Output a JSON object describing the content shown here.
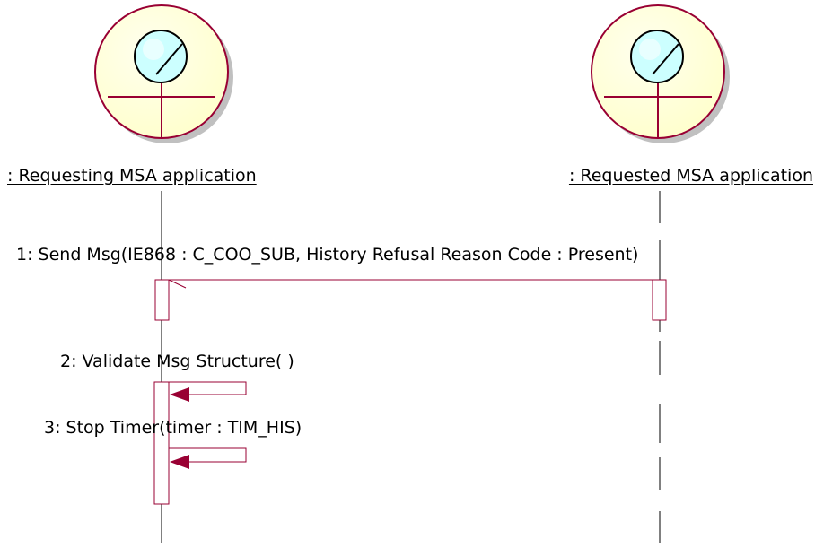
{
  "colors": {
    "actor_fill": "#ffffcc",
    "actor_stroke": "#990033",
    "actor_shadow": "#c0c0c0",
    "lens_fill": "#ccffff",
    "message_line": "#990033",
    "arrowhead": "#990033",
    "lifeline": "#000000",
    "text": "#000000"
  },
  "actors": [
    {
      "name": ": Requesting MSA application",
      "icon": "business-actor-icon"
    },
    {
      "name": ": Requested MSA application",
      "icon": "business-actor-icon"
    }
  ],
  "messages": [
    {
      "label": "1: Send Msg(IE868 : C_COO_SUB, History Refusal Reason Code : Present)",
      "from": 1,
      "to": 0
    },
    {
      "label": "2: Validate Msg Structure( )",
      "from": 0,
      "to": 0
    },
    {
      "label": "3: Stop Timer(timer : TIM_HIS)",
      "from": 0,
      "to": 0
    }
  ]
}
